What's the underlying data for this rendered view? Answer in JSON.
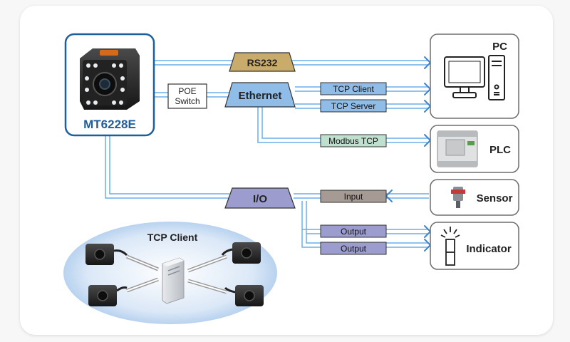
{
  "device": {
    "name": "MT6228E"
  },
  "switch": {
    "line1": "POE",
    "line2": "Switch"
  },
  "interfaces": {
    "rs232": "RS232",
    "ethernet": "Ethernet",
    "io": "I/O"
  },
  "protocols": {
    "tcp_client": "TCP Client",
    "tcp_server": "TCP Server",
    "modbus_tcp": "Modbus TCP",
    "input": "Input",
    "output_1": "Output",
    "output_2": "Output"
  },
  "targets": {
    "pc": "PC",
    "plc": "PLC",
    "sensor": "Sensor",
    "indicator": "Indicator"
  },
  "cluster": {
    "title": "TCP Client"
  },
  "colors": {
    "box_border": "#1f5e9c",
    "link_blue": "#6aaee6",
    "rs232_fill": "#c9ac6c",
    "ethernet_fill": "#8fbde8",
    "io_fill": "#9c9ccf",
    "modbus_fill": "#bfe0cf",
    "input_fill": "#a69a94",
    "target_border": "#6e6e6e"
  }
}
